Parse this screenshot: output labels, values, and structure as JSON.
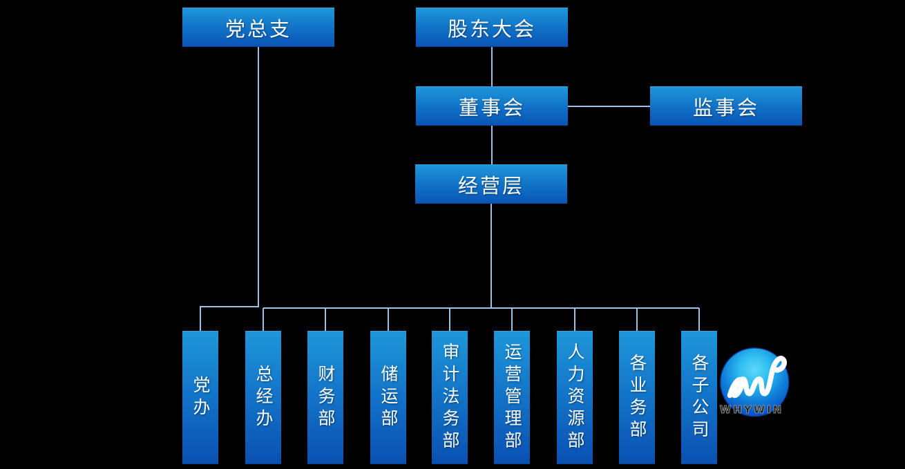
{
  "org_chart": {
    "top_nodes": [
      {
        "id": "party_general_branch",
        "label": "党总支"
      },
      {
        "id": "shareholders_meeting",
        "label": "股东大会"
      },
      {
        "id": "board_of_directors",
        "label": "董事会"
      },
      {
        "id": "supervisory_board",
        "label": "监事会"
      },
      {
        "id": "management_level",
        "label": "经营层"
      }
    ],
    "departments": [
      "党办",
      "总经办",
      "财务部",
      "储运部",
      "审计法务部",
      "运营管理部",
      "人力资源部",
      "各业务部",
      "各子公司"
    ],
    "logo": {
      "brand": "WHYWIN"
    },
    "colors": {
      "background": "#000000",
      "box_gradient_top": "#1e96da",
      "box_gradient_bottom": "#0a55b6",
      "connector": "#9cc3e6",
      "text": "#ffffff",
      "logo_highlight": "#5fd8fa",
      "logo_deep": "#0a44b0",
      "brand_outline": "#8f8f8f"
    }
  }
}
